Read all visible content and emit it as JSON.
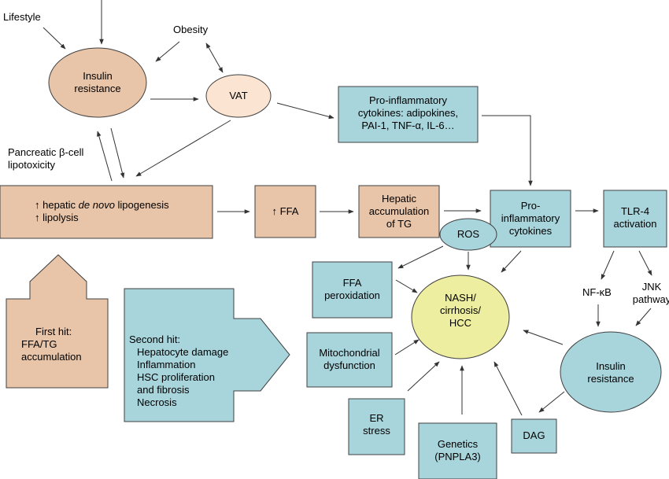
{
  "colors": {
    "tan": "#e8c4a8",
    "blue": "#a8d4dc",
    "yellow": "#eeeea0",
    "peach": "#fbe5d2",
    "stroke": "#404040"
  },
  "nodes": {
    "lifestyle": "Lifestyle",
    "obesity": "Obesity",
    "insulin_resistance_top": [
      "Insulin",
      "resistance"
    ],
    "vat": "VAT",
    "pro_inflammatory_top": [
      "Pro-inflammatory",
      "cytokines: adipokines,",
      "PAI-1, TNF-α, IL-6…"
    ],
    "pancreatic": [
      "Pancreatic β-cell",
      "lipotoxicity"
    ],
    "lipogenesis": {
      "prefix": "↑ hepatic ",
      "italic": "de novo",
      "suffix": " lipogenesis",
      "line2": "↑ lipolysis"
    },
    "ffa_up": "↑ FFA",
    "hepatic_tg": [
      "Hepatic",
      "accumulation",
      "of TG"
    ],
    "ros": "ROS",
    "pro_inflammatory_mid": [
      "Pro-",
      "inflammatory",
      "cytokines"
    ],
    "tlr4": [
      "TLR-4",
      "activation"
    ],
    "ffa_perox": [
      "FFA",
      "peroxidation"
    ],
    "nash": [
      "NASH/",
      "cirrhosis/",
      "HCC"
    ],
    "nfkb": "NF-κB",
    "jnk": [
      "JNK",
      "pathway"
    ],
    "first_hit": [
      "First hit:",
      "FFA/TG",
      "accumulation"
    ],
    "second_hit": [
      "Second hit:",
      "Hepatocyte damage",
      "Inflammation",
      "HSC proliferation",
      "and fibrosis",
      "Necrosis"
    ],
    "mito": [
      "Mitochondrial",
      "dysfunction"
    ],
    "insulin_resistance_right": [
      "Insulin",
      "resistance"
    ],
    "er_stress": [
      "ER",
      "stress"
    ],
    "genetics": [
      "Genetics",
      "(PNPLA3)"
    ],
    "dag": "DAG"
  }
}
